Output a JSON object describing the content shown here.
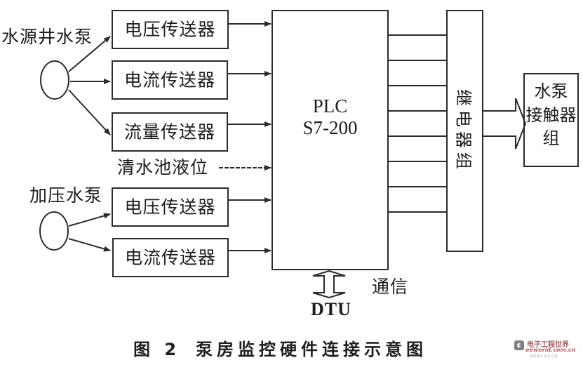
{
  "diagram": {
    "pump_groups": [
      {
        "label": "水源井水泵",
        "sensors": [
          "电压传送器",
          "电流传送器",
          "流量传送器"
        ]
      },
      {
        "label": "加压水泵",
        "sensors": [
          "电压传送器",
          "电流传送器"
        ]
      }
    ],
    "tank_level_input": "清水池液位",
    "plc": {
      "line1": "PLC",
      "line2": "S7-200"
    },
    "relay_group": "继电器组",
    "contactor_group": "水泵\n接触器组",
    "dtu": {
      "label": "DTU",
      "link_label": "通信"
    },
    "output_line_count": 8
  },
  "caption": {
    "figure_number": "图 2",
    "title": "泵房监控硬件连接示意图"
  },
  "watermark": {
    "name": "电子工程世界",
    "url": "eeworld.com.cn",
    "slogan": "创新电子设计之源"
  }
}
